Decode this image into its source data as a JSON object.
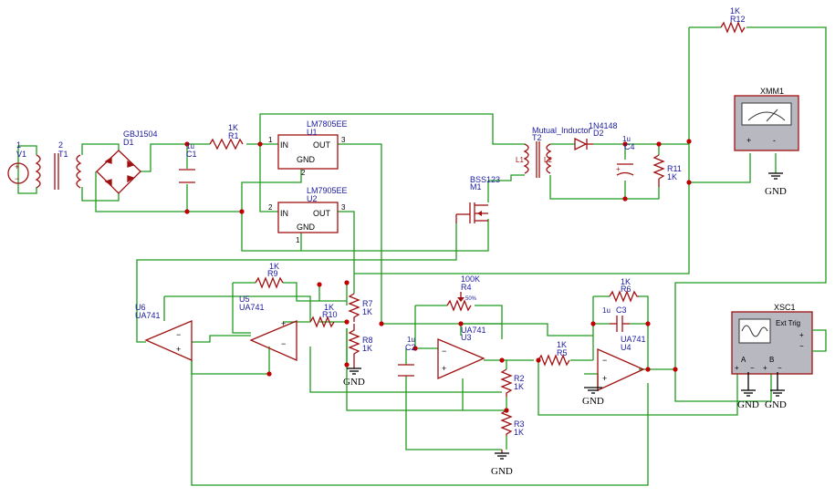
{
  "components": {
    "V1": {
      "ref": "V1",
      "num": "1"
    },
    "T1": {
      "ref": "T1",
      "num": "2"
    },
    "D1": {
      "ref": "D1",
      "part": "GBJ1504"
    },
    "C1": {
      "ref": "C1",
      "value": "1u"
    },
    "R1": {
      "ref": "R1",
      "value": "1K"
    },
    "U1": {
      "ref": "U1",
      "part": "LM7805EE",
      "in": "IN",
      "out": "OUT",
      "gnd": "GND",
      "p1": "1",
      "p2": "2",
      "p3": "3"
    },
    "U2": {
      "ref": "U2",
      "part": "LM7905EE",
      "in": "IN",
      "out": "OUT",
      "gnd": "GND",
      "p1": "1",
      "p2": "2",
      "p3": "3"
    },
    "M1": {
      "ref": "M1",
      "part": "BSS123"
    },
    "T2": {
      "ref": "T2",
      "part": "Mutual_Inductor",
      "l1": "L1",
      "l2": "L2"
    },
    "D2": {
      "ref": "D2",
      "part": "1N4148"
    },
    "C4": {
      "ref": "C4",
      "value": "1u"
    },
    "R11": {
      "ref": "R11",
      "value": "1K"
    },
    "R12": {
      "ref": "R12",
      "value": "1K"
    },
    "XMM1": {
      "ref": "XMM1",
      "plus": "+",
      "minus": "-"
    },
    "U6": {
      "ref": "U6",
      "part": "UA741"
    },
    "U5": {
      "ref": "U5",
      "part": "UA741"
    },
    "R9": {
      "ref": "R9",
      "value": "1K"
    },
    "R10": {
      "ref": "R10",
      "value": "1K"
    },
    "R7": {
      "ref": "R7",
      "value": "1K"
    },
    "R8": {
      "ref": "R8",
      "value": "1K"
    },
    "R4": {
      "ref": "R4",
      "value": "100K",
      "pct": "50%"
    },
    "C2": {
      "ref": "C2",
      "value": "1u"
    },
    "U3": {
      "ref": "U3",
      "part": "UA741"
    },
    "R2": {
      "ref": "R2",
      "value": "1K"
    },
    "R3": {
      "ref": "R3",
      "value": "1K"
    },
    "R5": {
      "ref": "R5",
      "value": "1K"
    },
    "R6": {
      "ref": "R6",
      "value": "1K"
    },
    "C3": {
      "ref": "C3",
      "value": "1u"
    },
    "U4": {
      "ref": "U4",
      "part": "UA741"
    },
    "XSC1": {
      "ref": "XSC1",
      "ext": "Ext Trig",
      "a": "A",
      "b": "B"
    }
  },
  "gnd_label": "GND"
}
